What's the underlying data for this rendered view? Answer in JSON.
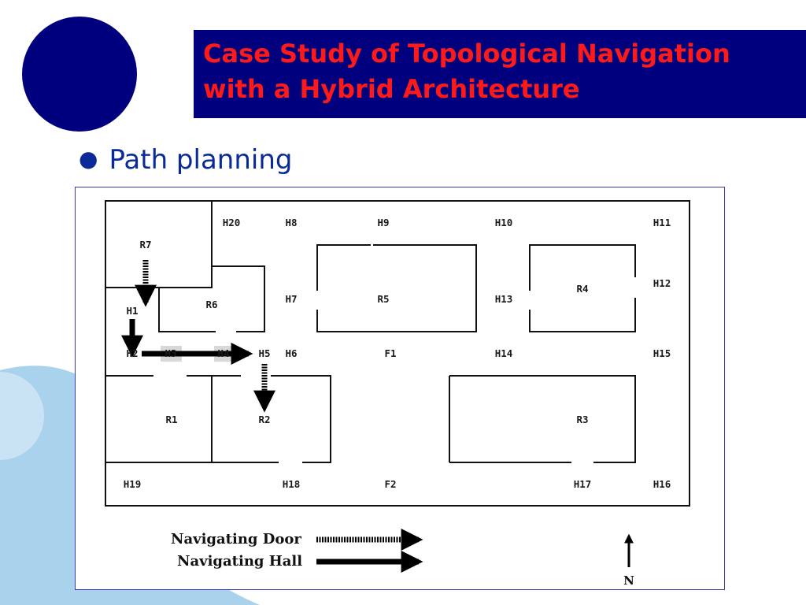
{
  "slide": {
    "title_line1": "Case Study of Topological Navigation",
    "title_line2": "with a Hybrid Architecture",
    "bullet": "Path planning",
    "colors": {
      "title_bg": "#00007f",
      "title_text": "#ff1a1a",
      "bullet_text": "#0a2a9a",
      "deco_circle": "#00007f",
      "deco_wave": "#a9d2ec"
    }
  },
  "diagram": {
    "nodes": {
      "h20": "H20",
      "h8": "H8",
      "h9": "H9",
      "h10": "H10",
      "h11": "H11",
      "r7": "R7",
      "h1": "H1",
      "r6": "R6",
      "h7": "H7",
      "r5": "R5",
      "h13": "H13",
      "r4": "R4",
      "h12": "H12",
      "h2": "H2",
      "h3": "H3",
      "h4": "H4",
      "h5": "H5",
      "h6": "H6",
      "f1": "F1",
      "h14": "H14",
      "h15": "H15",
      "r1": "R1",
      "r2": "R2",
      "r3": "R3",
      "h19": "H19",
      "h18": "H18",
      "f2": "F2",
      "h17": "H17",
      "h16": "H16"
    },
    "legend": {
      "door": "Navigating Door",
      "hall": "Navigating Hall"
    },
    "north": "N"
  }
}
